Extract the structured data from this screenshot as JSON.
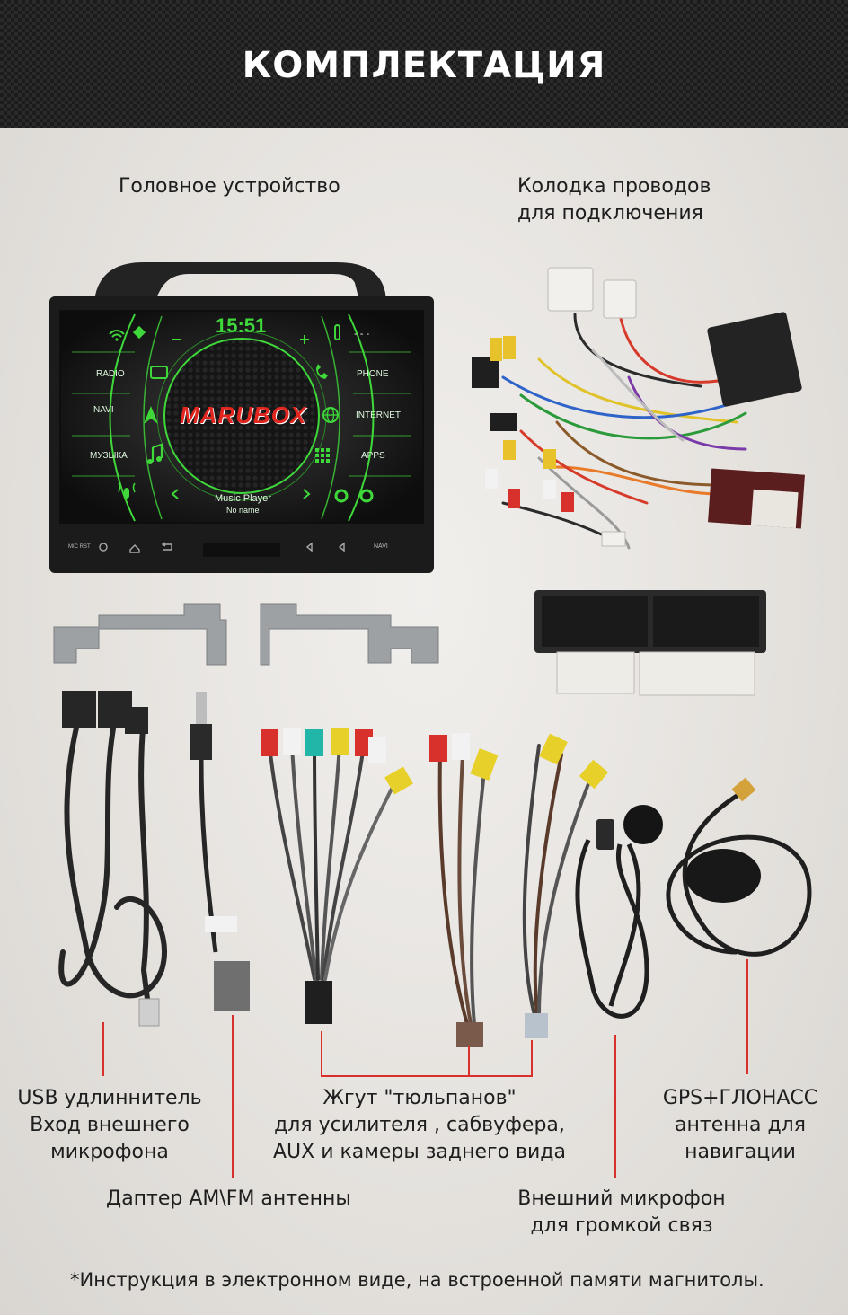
{
  "banner": {
    "title": "КОМПЛЕКТАЦИЯ"
  },
  "labels": {
    "head_unit": "Головное устройство",
    "harness_line1": "Колодка проводов",
    "harness_line2": "для подключения",
    "usb_line1": "USB удлиннитель",
    "usb_line2": "Вход внешнего",
    "usb_line3": "микрофона",
    "rca_line1": "Жгут \"тюльпанов\"",
    "rca_line2": "для усилителя , сабвуфера,",
    "rca_line3": "AUX и камеры заднего вида",
    "gps_line1": "GPS+ГЛОНАСС",
    "gps_line2": "антенна для",
    "gps_line3": "навигации",
    "amfm": "Даптер AM\\FM антенны",
    "mic_line1": "Внешний микрофон",
    "mic_line2": "для громкой связ",
    "footnote": "*Инструкция в электронном виде, на встроенной памяти магнитолы."
  },
  "screen": {
    "time": "15:51",
    "brand": "MARUBOX",
    "temp": "- - -",
    "menu": {
      "radio": "RADIO",
      "navi": "NAVI",
      "music": "МУЗЫКА",
      "phone": "PHONE",
      "internet": "INTERNET",
      "apps": "APPS"
    },
    "player_title": "Music Player",
    "player_sub": "No name",
    "bottom_left": "MIC RST",
    "bottom_right": "NAVI"
  },
  "colors": {
    "accent_line": "#d8302a",
    "screen_green": "#3fd83a",
    "brand_red": "#e0261f"
  }
}
